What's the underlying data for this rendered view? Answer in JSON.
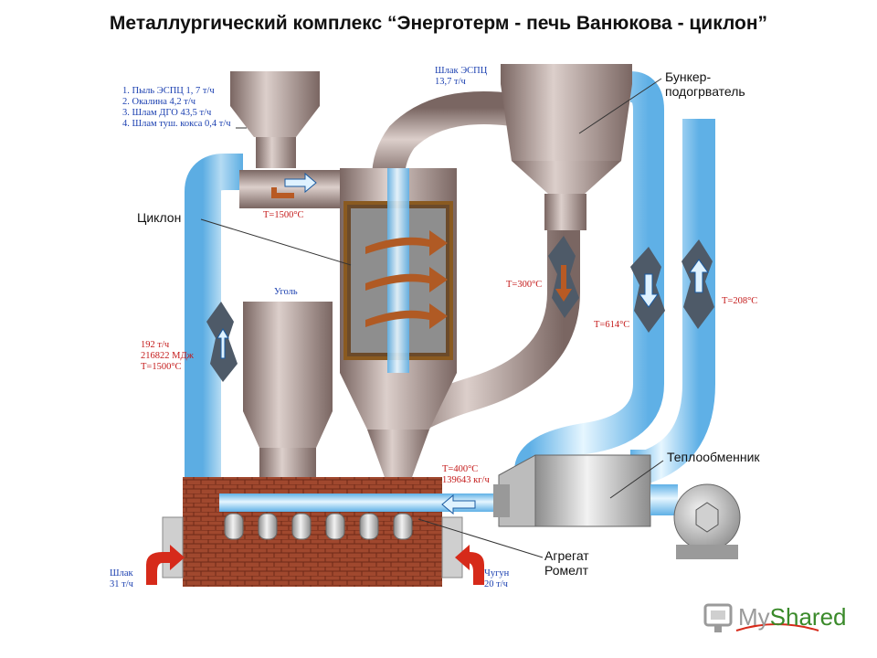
{
  "title": "Металлургический комплекс “Энерготерм - печь Ванюкова - циклон”",
  "inputs": [
    "1. Пыль ЭСПЦ 1, 7 т/ч",
    "2. Окалина 4,2 т/ч",
    "3. Шлам ДГО 43,5 т/ч",
    "4. Шлам туш. кокса 0,4 т/ч"
  ],
  "slag_espc": [
    "Шлак ЭСПЦ",
    "13,7 т/ч"
  ],
  "bunker": [
    "Бункер-",
    "подогрватель"
  ],
  "cyclone": "Циклон",
  "t_cyclone": "Т=1500°С",
  "coal": "Уголь",
  "left_flow": [
    "192  т/ч",
    "216822 МДж",
    "Т=1500°С"
  ],
  "t300": "Т=300°С",
  "t614": "Т=614°С",
  "t208": "Т=208°С",
  "t400": [
    "Т=400°С",
    "139643 кг/ч"
  ],
  "heat_exchanger": "Теплообменник",
  "romelt": [
    "Агрегат",
    "Ромелт"
  ],
  "slag_out": [
    "Шлак",
    "31 т/ч"
  ],
  "iron_out": [
    "Чугун",
    "20 т/ч"
  ],
  "watermark": {
    "my": "My",
    "shared": "Shared"
  },
  "colors": {
    "pipe_blue": "#a9dcf7",
    "metal": "#a38a86",
    "brick": "#a0482e",
    "label_blue": "#1a3fb0",
    "label_red": "#c41a1a",
    "arrow_red": "#d62a1a"
  }
}
